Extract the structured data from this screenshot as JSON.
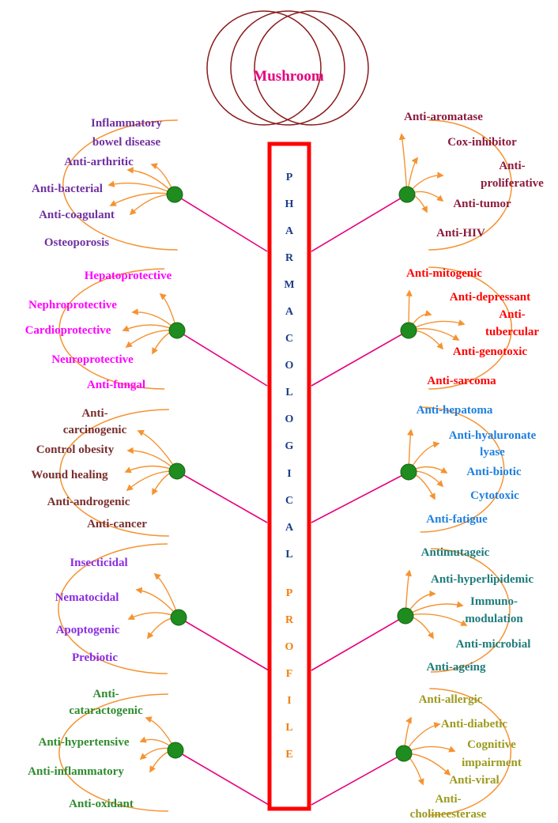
{
  "center": {
    "label": "Mushroom"
  },
  "spine": {
    "word1": "PHARMACOLOGICAL",
    "word2": "PROFILE",
    "word1_color": "#1a3c8c",
    "word2_color": "#f07f0f"
  },
  "colors": {
    "bar": "#ff0000",
    "connector": "#e6007e",
    "arc": "#f59331",
    "node": "#1e8c1e",
    "circle": "#8b1a1a",
    "title": "#e6007e"
  },
  "groups": [
    {
      "side": "left",
      "color": "#7030a0",
      "items": [
        {
          "lines": [
            "Inflammatory",
            "bowel disease"
          ]
        },
        {
          "lines": [
            "Anti-arthritic"
          ]
        },
        {
          "lines": [
            "Anti-bacterial"
          ]
        },
        {
          "lines": [
            "Anti-coagulant"
          ]
        },
        {
          "lines": [
            "Osteoporosis"
          ]
        }
      ]
    },
    {
      "side": "right",
      "color": "#8b1a3c",
      "items": [
        {
          "lines": [
            "Anti-aromatase"
          ]
        },
        {
          "lines": [
            "Cox-inhibitor"
          ]
        },
        {
          "lines": [
            "Anti-",
            "proliferative"
          ]
        },
        {
          "lines": [
            "Anti-tumor"
          ]
        },
        {
          "lines": [
            "Anti-HIV"
          ]
        }
      ]
    },
    {
      "side": "left",
      "color": "#ff00ff",
      "items": [
        {
          "lines": [
            "Hepatoprotective"
          ]
        },
        {
          "lines": [
            "Nephroprotective"
          ]
        },
        {
          "lines": [
            "Cardioprotective"
          ]
        },
        {
          "lines": [
            "Neuroprotective"
          ]
        },
        {
          "lines": [
            "Anti-fungal"
          ]
        }
      ]
    },
    {
      "side": "right",
      "color": "#ff0000",
      "items": [
        {
          "lines": [
            "Anti-mitogenic"
          ]
        },
        {
          "lines": [
            "Anti-depressant"
          ]
        },
        {
          "lines": [
            "Anti-",
            "tubercular"
          ]
        },
        {
          "lines": [
            "Anti-genotoxic"
          ]
        },
        {
          "lines": [
            "Anti-sarcoma"
          ]
        }
      ]
    },
    {
      "side": "left",
      "color": "#7a2e2e",
      "items": [
        {
          "lines": [
            "Anti-",
            "carcinogenic"
          ]
        },
        {
          "lines": [
            "Control obesity"
          ]
        },
        {
          "lines": [
            "Wound healing"
          ]
        },
        {
          "lines": [
            "Anti-androgenic"
          ]
        },
        {
          "lines": [
            "Anti-cancer"
          ]
        }
      ]
    },
    {
      "side": "right",
      "color": "#1e7fe0",
      "items": [
        {
          "lines": [
            "Anti-hepatoma"
          ]
        },
        {
          "lines": [
            "Anti-hyaluronate",
            "lyase"
          ]
        },
        {
          "lines": [
            "Anti-biotic"
          ]
        },
        {
          "lines": [
            "Cytotoxic"
          ]
        },
        {
          "lines": [
            "Anti-fatigue"
          ]
        }
      ]
    },
    {
      "side": "left",
      "color": "#8a2be2",
      "items": [
        {
          "lines": [
            "Insecticidal"
          ]
        },
        {
          "lines": [
            "Nematocidal"
          ]
        },
        {
          "lines": [
            "Apoptogenic"
          ]
        },
        {
          "lines": [
            "Prebiotic"
          ]
        }
      ]
    },
    {
      "side": "right",
      "color": "#1e7b7b",
      "items": [
        {
          "lines": [
            "Antimutageic"
          ]
        },
        {
          "lines": [
            "Anti-hyperlipidemic"
          ]
        },
        {
          "lines": [
            "Immuno-",
            "modulation"
          ]
        },
        {
          "lines": [
            "Anti-microbial"
          ]
        },
        {
          "lines": [
            "Anti-ageing"
          ]
        }
      ]
    },
    {
      "side": "left",
      "color": "#2e8b2e",
      "items": [
        {
          "lines": [
            "Anti-",
            "cataractogenic"
          ]
        },
        {
          "lines": [
            "Anti-hypertensive"
          ]
        },
        {
          "lines": [
            "Anti-inflammatory"
          ]
        },
        {
          "lines": [
            "Anti-oxidant"
          ]
        }
      ]
    },
    {
      "side": "right",
      "color": "#9a9a1e",
      "items": [
        {
          "lines": [
            "Anti-allergic"
          ]
        },
        {
          "lines": [
            "Anti-diabetic"
          ]
        },
        {
          "lines": [
            "Cognitive",
            "impairment"
          ]
        },
        {
          "lines": [
            "Anti-viral"
          ]
        },
        {
          "lines": [
            "Anti-",
            "cholineesterase"
          ]
        }
      ]
    }
  ]
}
